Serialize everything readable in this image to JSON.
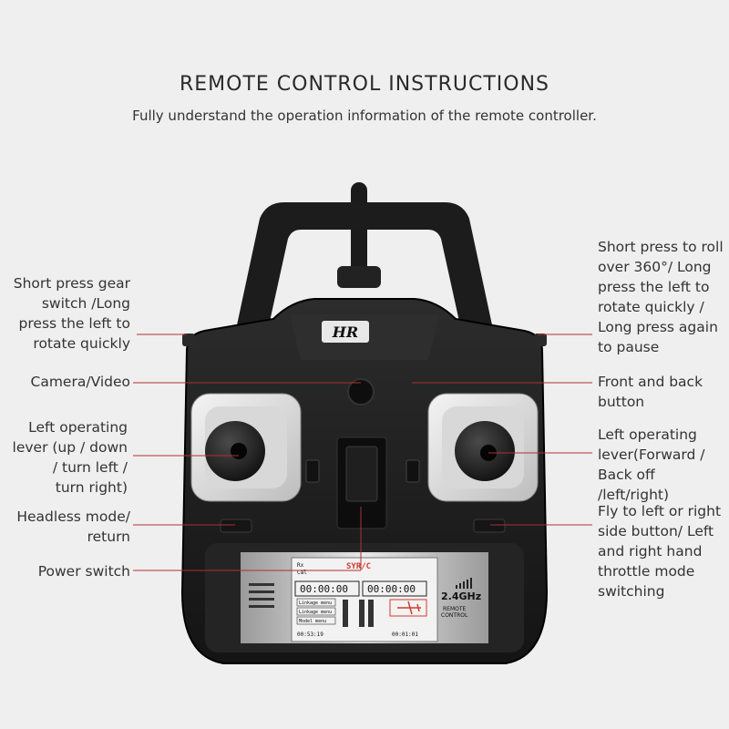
{
  "header": {
    "title": "REMOTE CONTROL INSTRUCTIONS",
    "subtitle": "Fully understand the operation information of the remote controller."
  },
  "labels_left": [
    {
      "id": "gear",
      "text": "Short press gear\nswitch /Long\npress the left to\nrotate quickly"
    },
    {
      "id": "camera",
      "text": "Camera/Video"
    },
    {
      "id": "left-lever",
      "text": "Left operating\nlever (up / down\n/ turn left /\nturn right)"
    },
    {
      "id": "headless",
      "text": "Headless mode/\nreturn"
    },
    {
      "id": "power",
      "text": "Power switch"
    }
  ],
  "labels_right": [
    {
      "id": "roll",
      "text": "Short press to roll\nover 360°/ Long\npress the left to\nrotate quickly /\nLong press again\nto pause"
    },
    {
      "id": "front-back",
      "text": "Front and back\nbutton"
    },
    {
      "id": "right-lever",
      "text": "Left operating\nlever(Forward /\nBack off /left/right)"
    },
    {
      "id": "fly-side",
      "text": "Fly to left or right\nside button/ Left\nand right hand\nthrottle mode\nswitching"
    }
  ],
  "controller": {
    "logo": "HR",
    "lcd": {
      "brand": "SYR/C",
      "timer_left": "00:00:00",
      "timer_right": "00:00:00",
      "menu_items": [
        "Linkage menu",
        "Linkage menu",
        "Model menu"
      ],
      "freq": "2.4GHz",
      "remote_control": "REMOTE\nCONTROL",
      "time_bottom_left": "00:53:19",
      "time_bottom_right": "00:01:01",
      "row_rx": "Rx",
      "row_cal": "Cal",
      "accent_color": "#d33b2c"
    }
  },
  "colors": {
    "background": "#efefef",
    "line": "#b03030",
    "body": "#1e1e1e"
  }
}
